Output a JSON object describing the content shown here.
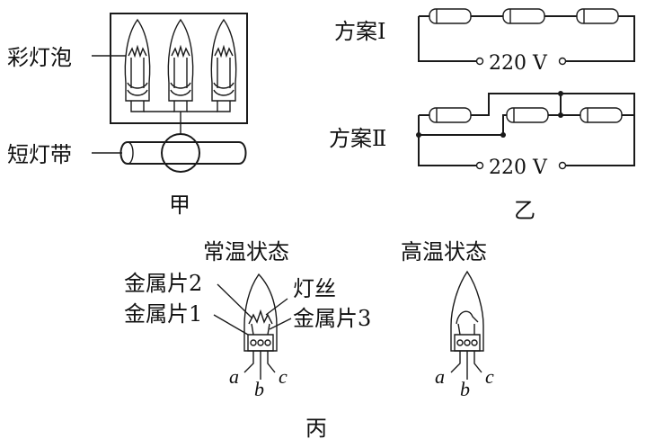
{
  "figure_jia": {
    "bulb_label": "彩灯泡",
    "strip_label": "短灯带",
    "caption": "甲"
  },
  "figure_yi": {
    "plan1_label": "方案Ⅰ",
    "plan2_label": "方案Ⅱ",
    "voltage1": "220 V",
    "voltage2": "220 V",
    "caption": "乙"
  },
  "figure_bing": {
    "normal_title": "常温状态",
    "hot_title": "高温状态",
    "plate2": "金属片2",
    "plate1": "金属片1",
    "filament": "灯丝",
    "plate3": "金属片3",
    "pin_a": "a",
    "pin_b": "b",
    "pin_c": "c",
    "pin_a2": "a",
    "pin_b2": "b",
    "pin_c2": "c",
    "caption": "丙"
  }
}
